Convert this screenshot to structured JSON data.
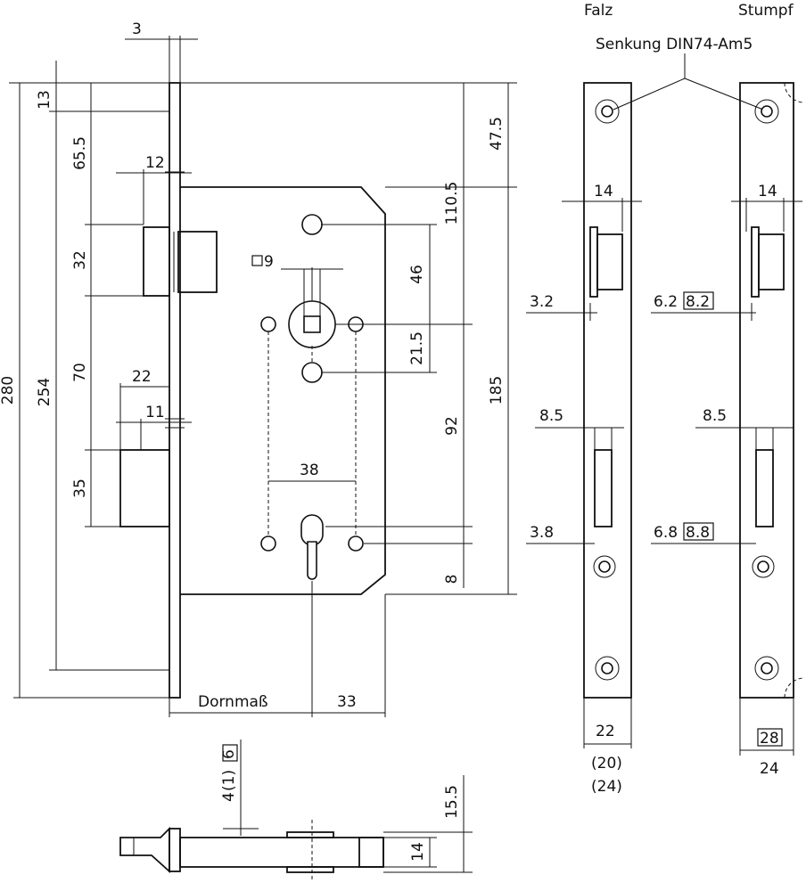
{
  "headers": {
    "falz": "Falz",
    "stumpf": "Stumpf",
    "senkung": "Senkung DIN74-Am5"
  },
  "dims": {
    "d3": "3",
    "d13": "13",
    "d65_5": "65.5",
    "d12": "12",
    "d32": "32",
    "d70": "70",
    "d22": "22",
    "d11": "11",
    "d35": "35",
    "d254": "254",
    "d280": "280",
    "sq9": "9",
    "d46": "46",
    "d21_5": "21.5",
    "d92": "92",
    "d38": "38",
    "d8": "8",
    "d47_5": "47.5",
    "d110_5": "110.5",
    "d185": "185",
    "dornmass": "Dornmaß",
    "d33": "33",
    "falz_14": "14",
    "falz_3_2": "3.2",
    "falz_8_5": "8.5",
    "falz_3_8": "3.8",
    "falz_22": "22",
    "falz_20": "(20)",
    "falz_24": "(24)",
    "stumpf_14": "14",
    "stumpf_6_2": "6.2",
    "stumpf_8_2": "8.2",
    "stumpf_8_5": "8.5",
    "stumpf_6_8": "6.8",
    "stumpf_8_8": "8.8",
    "stumpf_28": "28",
    "stumpf_24": "24",
    "bottom_4": "4",
    "bottom_1": "(1)",
    "bottom_6": "6",
    "bottom_15_5": "15.5",
    "bottom_14": "14"
  }
}
